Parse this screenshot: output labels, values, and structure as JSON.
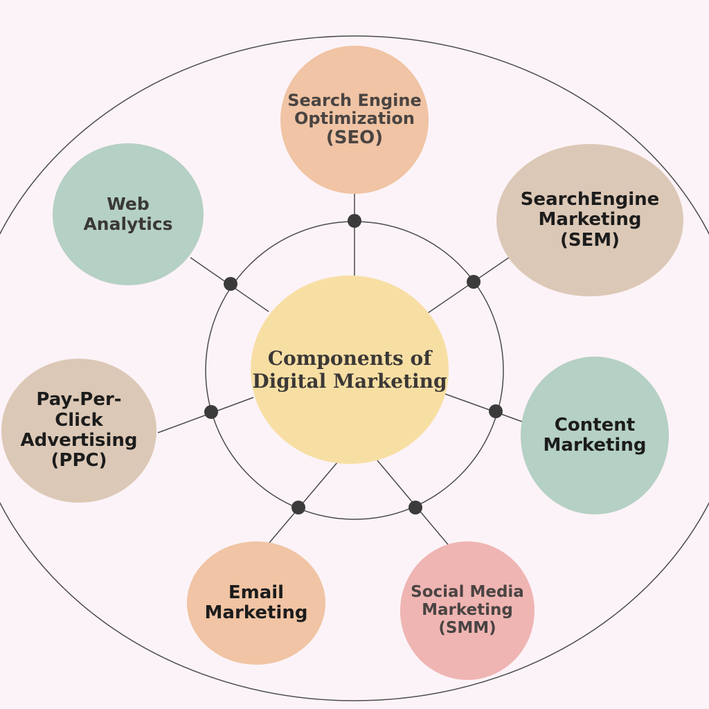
{
  "colors": {
    "background": "#fcf3f8",
    "line": "#4a4a4a",
    "dot": "#3b3b3b",
    "center": "#f7dfa4",
    "seo": "#f0c4a4",
    "sem": "#dcc8b6",
    "content": "#b5d0c4",
    "smm": "#efb5b3",
    "email": "#f0c4a4",
    "ppc": "#dcc8b6",
    "web": "#b5d0c4"
  },
  "center": {
    "line1": "Components of",
    "line2": "Digital Marketing"
  },
  "nodes": {
    "seo": {
      "line1": "Search Engine",
      "line2": "Optimization",
      "line3": "(SEO)"
    },
    "sem": {
      "text": "SearchEngine\nMarketing\n(SEM)"
    },
    "content": {
      "text": "Content\nMarketing"
    },
    "smm": {
      "text": "Social Media\nMarketing\n(SMM)"
    },
    "email": {
      "text": "Email\nMarketing"
    },
    "ppc": {
      "text": "Pay-Per-\nClick\nAdvertising\n(PPC)"
    },
    "web": {
      "text": "Web\nAnalytics"
    }
  }
}
